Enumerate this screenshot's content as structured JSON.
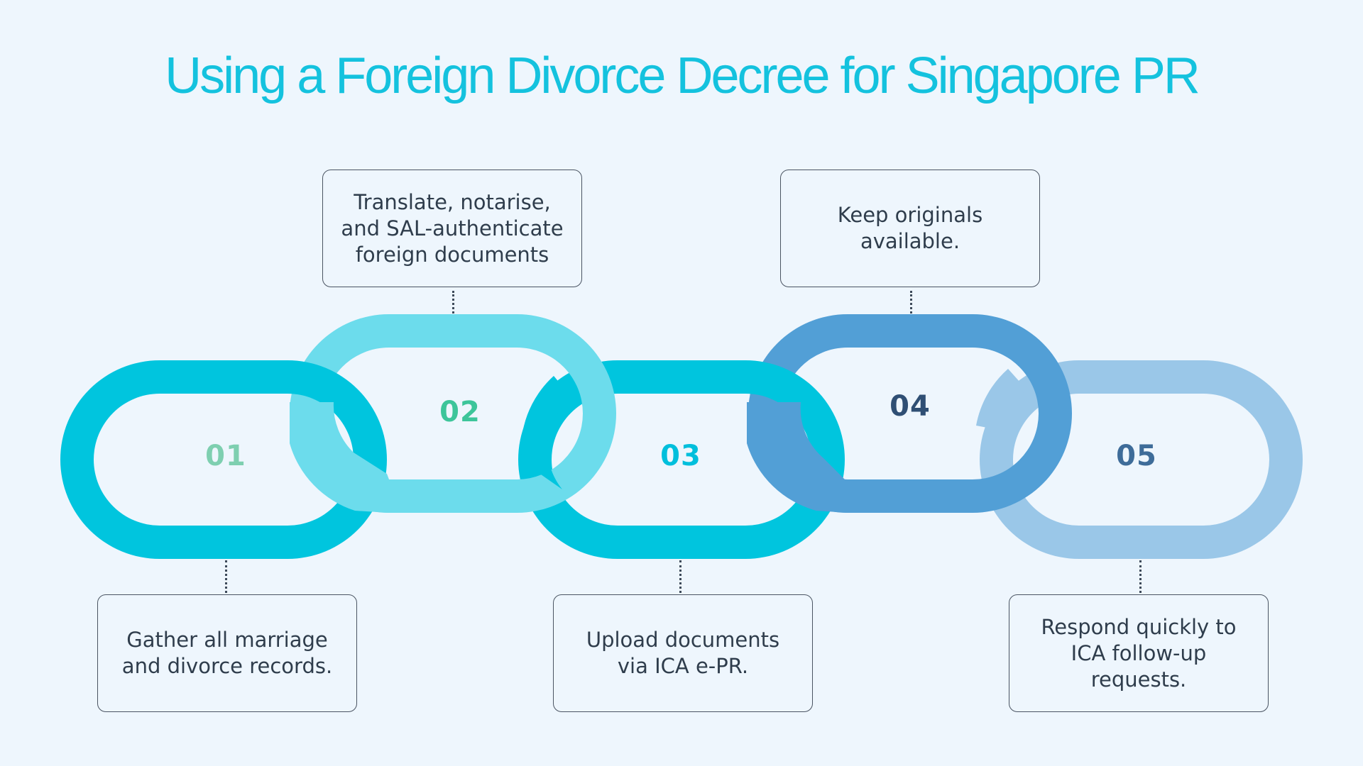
{
  "title": "Using a Foreign Divorce Decree for Singapore PR",
  "colors": {
    "link1": "#00c5de",
    "link2": "#6cdcec",
    "link3": "#00c5de",
    "link4": "#529fd6",
    "link5": "#9ac7e8",
    "num1": "#7ecfb0",
    "num2": "#3dc59a",
    "num3": "#00bfdc",
    "num4": "#2f4f74",
    "num5": "#3e6c99"
  },
  "steps": [
    {
      "number": "01",
      "text": "Gather all marriage and divorce records."
    },
    {
      "number": "02",
      "text": "Translate, notarise, and SAL-authenticate foreign documents"
    },
    {
      "number": "03",
      "text": "Upload documents via ICA e-PR."
    },
    {
      "number": "04",
      "text": "Keep originals available."
    },
    {
      "number": "05",
      "text": "Respond quickly to ICA follow-up requests."
    }
  ]
}
